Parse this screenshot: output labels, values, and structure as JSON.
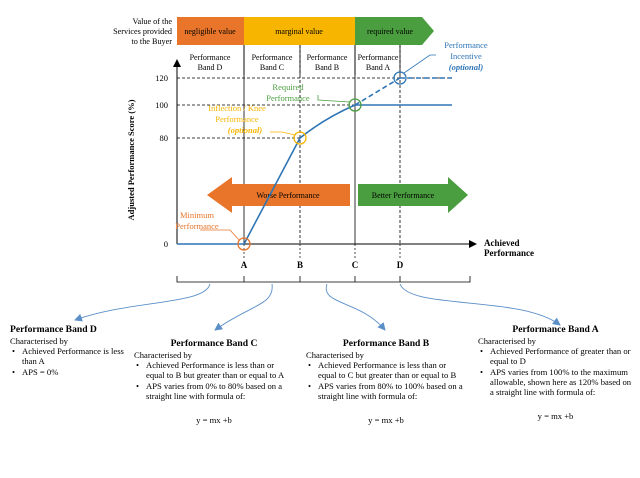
{
  "header": {
    "value_label": [
      "Value of the",
      "Services provided",
      "to the Buyer"
    ],
    "arrows": [
      {
        "label": "negligible value",
        "color": "#e8752a"
      },
      {
        "label": "marginal value",
        "color": "#f7b500"
      },
      {
        "label": "required value",
        "color": "#4a9e3f"
      }
    ]
  },
  "bands": [
    {
      "line1": "Performance",
      "line2": "Band D"
    },
    {
      "line1": "Performance",
      "line2": "Band C"
    },
    {
      "line1": "Performance",
      "line2": "Band B"
    },
    {
      "line1": "Performance",
      "line2": "Band A"
    }
  ],
  "axes": {
    "ylabel": "Adjusted Performance Score (%)",
    "xlabel_line1": "Achieved",
    "xlabel_line2": "Performance",
    "yticks": [
      "120",
      "100",
      "80",
      "0"
    ],
    "xticks": [
      "A",
      "B",
      "C",
      "D"
    ]
  },
  "annotations": {
    "incentive_line1": "Performance",
    "incentive_line2": "Incentive",
    "incentive_line3": "(optional)",
    "required_line1": "Required",
    "required_line2": "Performance",
    "inflection_line1": "Inflection / Knee",
    "inflection_line2": "Performance",
    "inflection_line3": "(optional)",
    "minimum_line1": "Minimum",
    "minimum_line2": "Performance",
    "worse": "Worse Performance",
    "better": "Better Performance"
  },
  "colors": {
    "line": "#2e75b6",
    "orange": "#e8752a",
    "yellow": "#f7b500",
    "green": "#4a9e3f",
    "incentive": "#2e75b6"
  },
  "descriptions": {
    "d": {
      "title": "Performance Band D",
      "intro": "Characterised by",
      "bullets": [
        "Achieved Performance is less than A",
        "APS = 0%"
      ]
    },
    "c": {
      "title": "Performance Band C",
      "intro": "Characterised by",
      "bullets": [
        "Achieved Performance is less than or equal to B but greater than or equal to A",
        "APS varies from 0% to 80% based on a straight line with formula of:"
      ],
      "formula": "y = mx +b"
    },
    "b": {
      "title": "Performance Band B",
      "intro": "Characterised by",
      "bullets": [
        "Achieved Performance is less than or equal to C but greater than or equal to B",
        "APS varies from 80% to 100% based on a straight line with formula of:"
      ],
      "formula": "y = mx +b"
    },
    "a": {
      "title": "Performance Band A",
      "intro": "Characterised by",
      "bullets": [
        "Achieved Performance of greater than or equal to D",
        "APS varies from 100% to the maximum allowable, shown here as 120% based on a straight line with formula of:"
      ],
      "formula": "y = mx +b"
    }
  }
}
